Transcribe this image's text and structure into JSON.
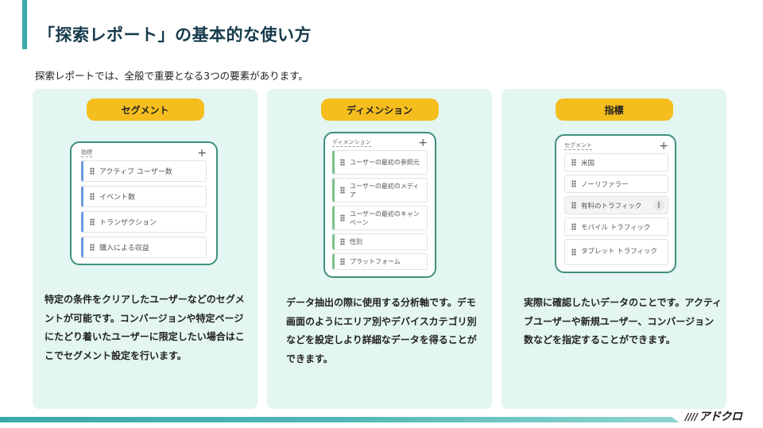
{
  "header": {
    "title": "「探索レポート」の基本的な使い方",
    "intro": "探索レポートでは、全般で重要となる3つの要素があります。"
  },
  "colors": {
    "accent": "#3aa9a9",
    "title": "#163b4c",
    "panel_bg": "#e3f6f1",
    "pill": "#f5be1e",
    "card_border": "#3f8f7c"
  },
  "panels": [
    {
      "pill": "セグメント",
      "card": {
        "label": "指標",
        "add_icon": "+",
        "items": [
          "アクティブ ユーザー数",
          "イベント数",
          "トランザクション",
          "購入による収益"
        ]
      },
      "description": "特定の条件をクリアしたユーザーなどのセグメントが可能です。コンバージョンや特定ページにたどり着いたユーザーに限定したい場合はここでセグメント設定を行います。"
    },
    {
      "pill": "ディメンション",
      "card": {
        "label": "ディメンション",
        "add_icon": "+",
        "items": [
          "ユーザーの最初の参照元",
          "ユーザーの最初のメディア",
          "ユーザーの最初のキャンペーン",
          "性別",
          "プラットフォーム"
        ]
      },
      "description": "データ抽出の際に使用する分析軸です。デモ画面のようにエリア別やデバイスカテゴリ別などを設定しより詳細なデータを得ることができます。"
    },
    {
      "pill": "指標",
      "card": {
        "label": "セグメント",
        "add_icon": "+",
        "items": [
          "米国",
          "ノーリファラー",
          "有料のトラフィック",
          "モバイル トラフィック",
          "タブレット トラフィック"
        ],
        "more_icon": "⋮"
      },
      "description": "実際に確認したいデータのことです。アクティブユーザーや新規ユーザー、コンバージョン数などを指定することができます。"
    }
  ],
  "footer": {
    "logo_slashes": "////",
    "logo_text": "アドクロ"
  }
}
